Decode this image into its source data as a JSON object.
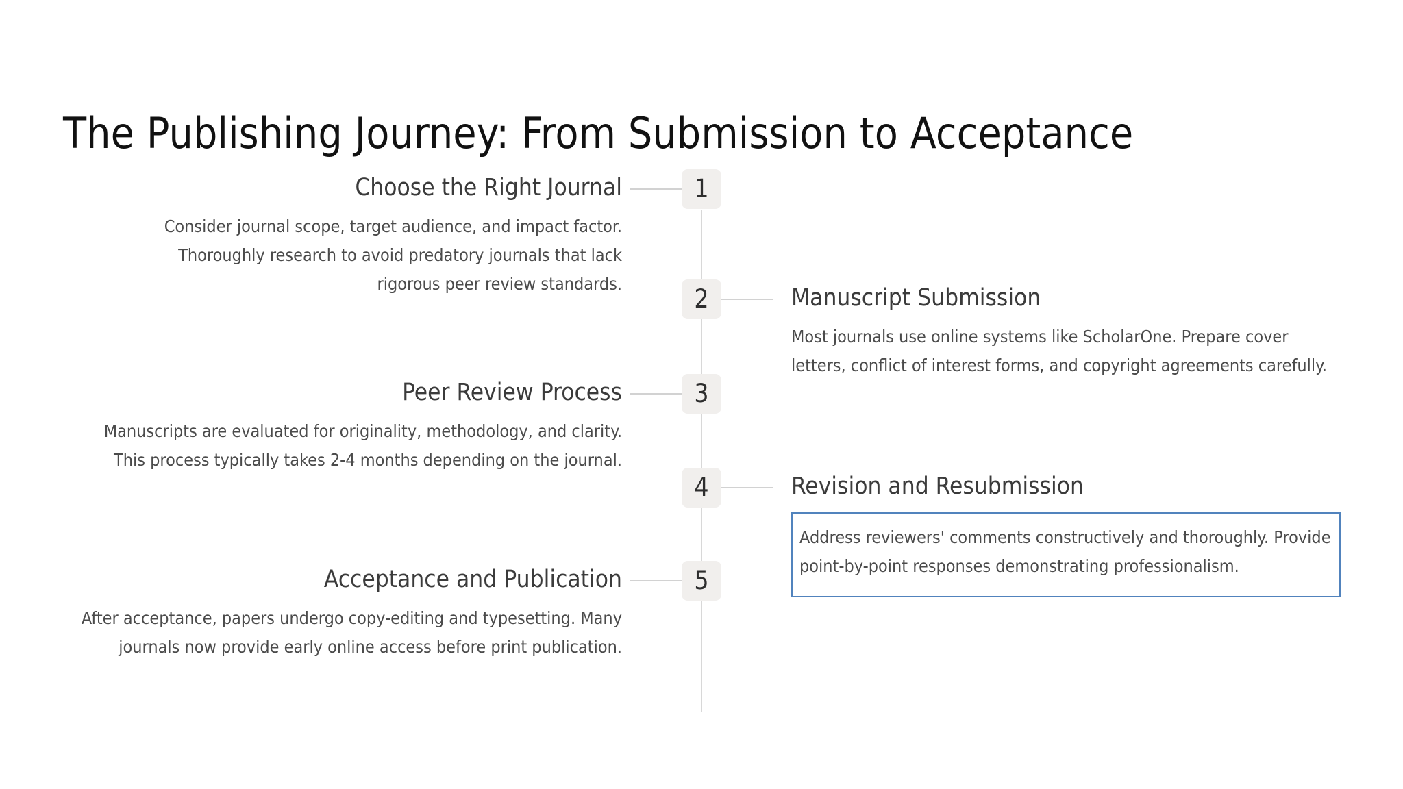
{
  "title": "The Publishing Journey: From Submission to Acceptance",
  "theme": {
    "background": "#ffffff",
    "title_color": "#111111",
    "heading_color": "#3b3b3b",
    "body_color": "#4b4b4b",
    "badge_background": "#f1efed",
    "badge_text": "#2e2e2e",
    "line_color": "#d8d8d8",
    "connector_color": "#d2d2d2",
    "highlight_border": "#5183bd"
  },
  "timeline": {
    "steps": [
      {
        "number": "1",
        "side": "left",
        "title": "Choose the Right Journal",
        "description": "Consider journal scope, target audience, and impact factor. Thoroughly research to avoid predatory journals that lack rigorous peer review standards.",
        "highlighted": false
      },
      {
        "number": "2",
        "side": "right",
        "title": "Manuscript Submission",
        "description": "Most journals use online systems like ScholarOne. Prepare cover letters, conflict of interest forms, and copyright agreements carefully.",
        "highlighted": false
      },
      {
        "number": "3",
        "side": "left",
        "title": "Peer Review Process",
        "description": "Manuscripts are evaluated for originality, methodology, and clarity. This process typically takes 2-4 months depending on the journal.",
        "highlighted": false
      },
      {
        "number": "4",
        "side": "right",
        "title": "Revision and Resubmission",
        "description": "Address reviewers' comments constructively and thoroughly. Provide point-by-point responses demonstrating professionalism.",
        "highlighted": true
      },
      {
        "number": "5",
        "side": "left",
        "title": "Acceptance and Publication",
        "description": "After acceptance, papers undergo copy-editing and typesetting. Many journals now provide early online access before print publication.",
        "highlighted": false
      }
    ]
  }
}
